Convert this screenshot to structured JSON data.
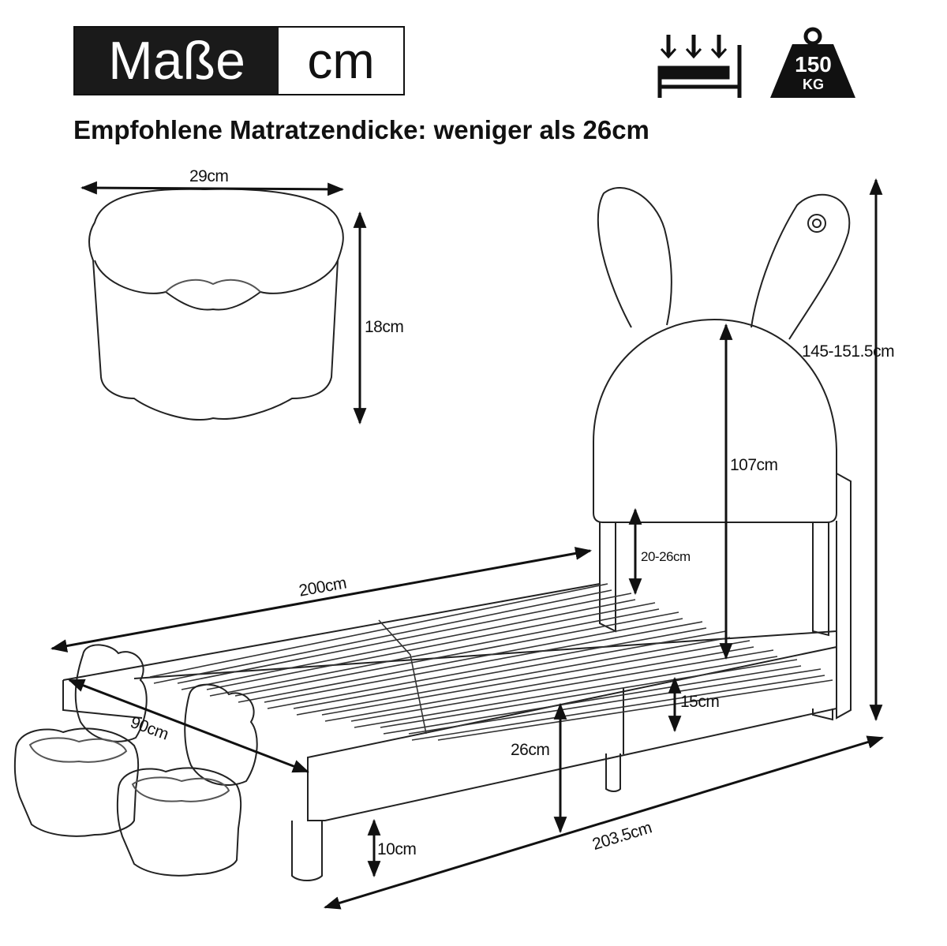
{
  "header": {
    "title": "Maße",
    "unit": "cm"
  },
  "subtitle": "Empfohlene Matratzendicke: weniger als 26cm",
  "weight_badge": {
    "value": "150",
    "unit": "KG"
  },
  "dimensions": {
    "stool_width": "29cm",
    "stool_height": "18cm",
    "total_height": "145-151.5cm",
    "headboard_height": "107cm",
    "mattress_gap": "20-26cm",
    "length": "200cm",
    "frame_height": "15cm",
    "width": "90cm",
    "bed_height": "26cm",
    "leg_height": "10cm",
    "total_length": "203.5cm"
  }
}
